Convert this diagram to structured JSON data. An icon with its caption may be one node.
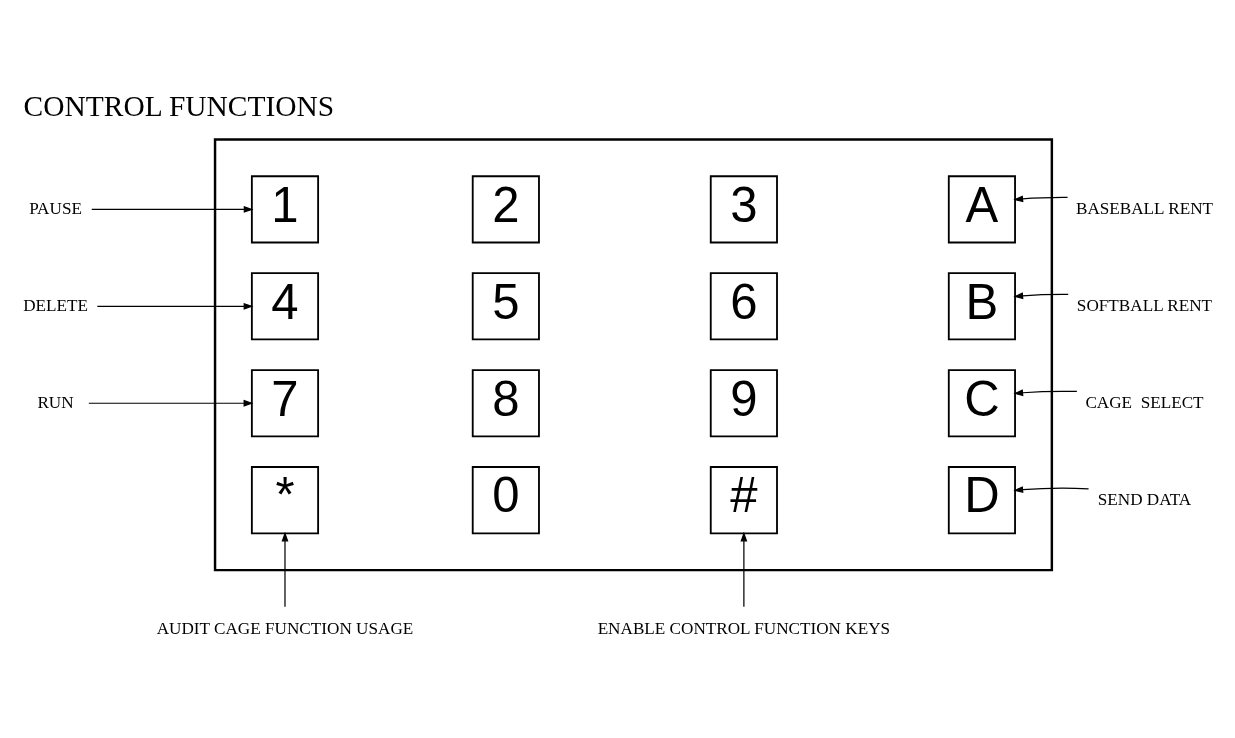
{
  "diagram": {
    "title": "CONTROL FUNCTIONS",
    "nodes": [
      {
        "text": [],
        "shape": "box"
      },
      {
        "text": [
          "1"
        ],
        "in": 0
      },
      {
        "text": [
          "2"
        ],
        "in": 0
      },
      {
        "text": [
          "3"
        ],
        "in": 0
      },
      {
        "text": [
          "A"
        ],
        "in": 0
      },
      {
        "text": [
          "4"
        ],
        "in": 0
      },
      {
        "text": [
          "5"
        ],
        "in": 0
      },
      {
        "text": [
          "6"
        ],
        "in": 0
      },
      {
        "text": [
          "B"
        ],
        "in": 0
      },
      {
        "text": [
          "7"
        ],
        "in": 0
      },
      {
        "text": [
          "8"
        ],
        "in": 0
      },
      {
        "text": [
          "9"
        ],
        "in": 0
      },
      {
        "text": [
          "C"
        ],
        "in": 0
      },
      {
        "text": [
          "*"
        ],
        "in": 0
      },
      {
        "text": [
          "0"
        ],
        "in": 0
      },
      {
        "text": [
          "#"
        ],
        "in": 0
      },
      {
        "text": [
          "D"
        ],
        "in": 0
      },
      {
        "text": [
          "PAUSE"
        ]
      },
      {
        "text": [
          "DELETE"
        ]
      },
      {
        "text": [
          "RUN"
        ]
      },
      {
        "text": [
          "BASEBALL RENT"
        ]
      },
      {
        "text": [
          "SOFTBALL RENT"
        ]
      },
      {
        "text": [
          "CAGE  SELECT"
        ]
      },
      {
        "text": [
          "SEND DATA"
        ]
      },
      {
        "text": [
          "AUDIT CAGE FUNCTION USAGE"
        ]
      },
      {
        "text": [
          "ENABLE CONTROL FUNCTION KEYS"
        ]
      }
    ],
    "edges": [
      {
        "from": 17,
        "to": 1,
        "arrow": "to"
      },
      {
        "from": 18,
        "to": 5,
        "arrow": "to"
      },
      {
        "from": 19,
        "to": 9,
        "arrow": "to"
      },
      {
        "from": 20,
        "to": 4,
        "arrow": "to"
      },
      {
        "from": 21,
        "to": 8,
        "arrow": "to"
      },
      {
        "from": 22,
        "to": 12,
        "arrow": "to"
      },
      {
        "from": 23,
        "to": 16,
        "arrow": "to"
      },
      {
        "from": 24,
        "to": 13,
        "arrow": "to"
      },
      {
        "from": 25,
        "to": 15,
        "arrow": "to"
      }
    ]
  }
}
